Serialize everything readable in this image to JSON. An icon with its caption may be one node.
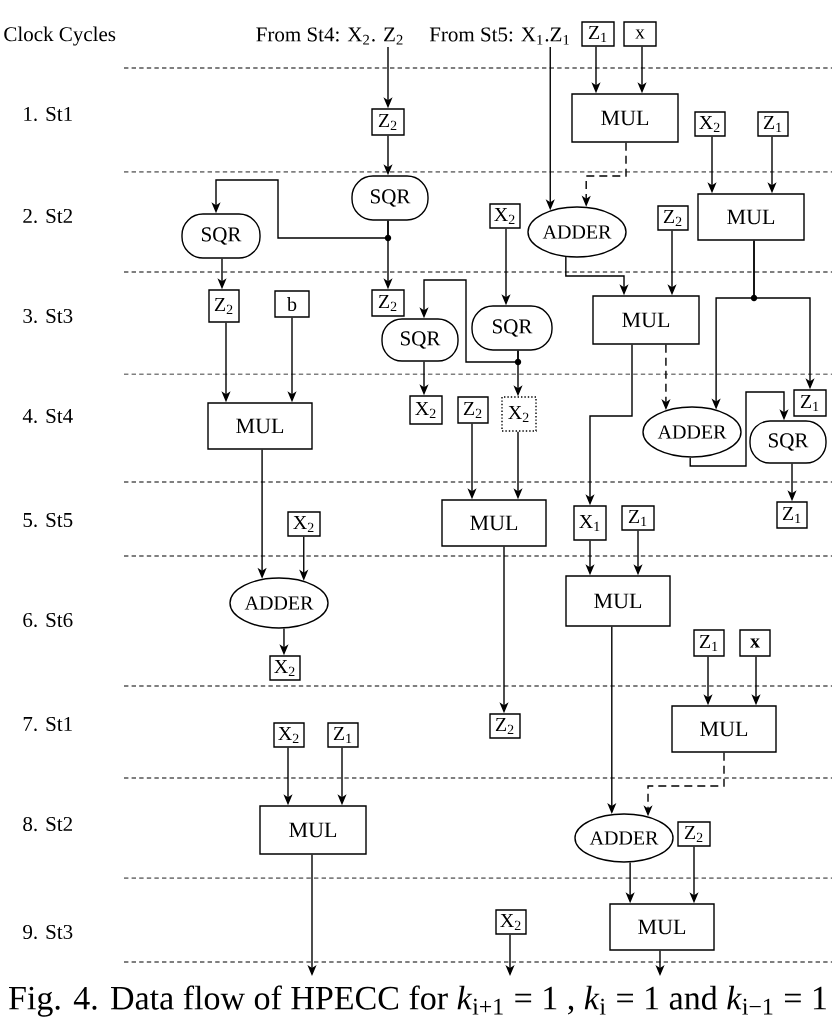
{
  "diagram": {
    "caption": "Fig. 4. Data flow of HPECC for *k*$_{i+1}$ = 1 , *k*$_{i}$ = 1 and *k*$_{i−1}$ = 1",
    "nodes": [
      {
        "text": [
          "From St4: X$_{2}$. Z$_{2}$"
        ]
      },
      {
        "text": [
          "From St5: X$_{1}$.Z$_{1}$"
        ]
      },
      {
        "text": [
          "Z$_{1}$"
        ]
      },
      {
        "text": [
          "x"
        ]
      },
      {
        "text": [
          "Z$_{2}$"
        ]
      },
      {
        "text": [
          "MUL"
        ]
      },
      {
        "text": [
          "X$_{2}$"
        ]
      },
      {
        "text": [
          "Z$_{1}$"
        ]
      },
      {
        "text": [
          "SQR"
        ]
      },
      {
        "text": [
          "SQR"
        ]
      },
      {
        "text": [
          "X$_{2}$"
        ]
      },
      {
        "text": [
          "ADDER"
        ]
      },
      {
        "text": [
          "Z$_{2}$"
        ]
      },
      {
        "text": [
          "MUL"
        ]
      },
      {
        "text": [
          "Z$_{2}$"
        ]
      },
      {
        "text": [
          "b"
        ]
      },
      {
        "text": [
          "Z$_{2}$"
        ]
      },
      {
        "text": [
          "SQR"
        ]
      },
      {
        "text": [
          "SQR"
        ]
      },
      {
        "text": [
          "MUL"
        ]
      },
      {
        "text": [
          "MUL"
        ]
      },
      {
        "text": [
          "X$_{2}$"
        ]
      },
      {
        "text": [
          "Z$_{2}$"
        ]
      },
      {
        "text": [
          "X$_{2}$"
        ]
      },
      {
        "text": [
          "ADDER"
        ]
      },
      {
        "text": [
          "Z$_{1}$"
        ]
      },
      {
        "text": [
          "SQR"
        ]
      },
      {
        "text": [
          "X$_{2}$"
        ]
      },
      {
        "text": [
          "MUL"
        ]
      },
      {
        "text": [
          "X$_{1}$"
        ]
      },
      {
        "text": [
          "Z$_{1}$"
        ]
      },
      {
        "text": [
          "Z$_{1}$"
        ]
      },
      {
        "text": [
          "ADDER"
        ]
      },
      {
        "text": [
          "MUL"
        ]
      },
      {
        "text": [
          "X$_{2}$"
        ]
      },
      {
        "text": [
          "Z$_{1}$"
        ]
      },
      {
        "text": [
          "x"
        ]
      },
      {
        "text": [
          "MUL"
        ]
      },
      {
        "text": [
          "Z$_{2}$"
        ]
      },
      {
        "text": [
          "X$_{2}$"
        ]
      },
      {
        "text": [
          "Z$_{1}$"
        ]
      },
      {
        "text": [
          "MUL"
        ]
      },
      {
        "text": [
          "ADDER"
        ]
      },
      {
        "text": [
          "Z$_{2}$"
        ]
      },
      {
        "text": [
          "MUL"
        ]
      },
      {
        "text": [
          "X$_{2}$"
        ]
      }
    ],
    "edges": [
      {
        "from": 0,
        "to": 4,
        "arrow": "to"
      },
      {
        "from": 1,
        "to": 11,
        "arrow": "to"
      },
      {
        "from": 2,
        "to": 5,
        "arrow": "to"
      },
      {
        "from": 3,
        "to": 5,
        "arrow": "to"
      },
      {
        "from": 4,
        "to": 8,
        "arrow": "to"
      },
      {
        "from": 5,
        "to": 11,
        "arrow": "to",
        "style": "dashed"
      },
      {
        "from": 6,
        "to": 13,
        "arrow": "to"
      },
      {
        "from": 7,
        "to": 13,
        "arrow": "to"
      },
      {
        "from": 8,
        "to": 16,
        "arrow": "to"
      },
      {
        "from": 8,
        "to": 9,
        "arrow": "to"
      },
      {
        "from": 9,
        "to": 14,
        "arrow": "to"
      },
      {
        "from": 10,
        "to": 18,
        "arrow": "to"
      },
      {
        "from": 11,
        "to": 19,
        "arrow": "to"
      },
      {
        "from": 12,
        "to": 19,
        "arrow": "to"
      },
      {
        "from": 13,
        "to": 24,
        "arrow": "to"
      },
      {
        "from": 13,
        "to": 25,
        "arrow": "to"
      },
      {
        "from": 14,
        "to": 20,
        "arrow": "to"
      },
      {
        "from": 15,
        "to": 20,
        "arrow": "to"
      },
      {
        "from": 18,
        "to": 23,
        "arrow": "to"
      },
      {
        "from": 18,
        "to": 17,
        "arrow": "to"
      },
      {
        "from": 17,
        "to": 21,
        "arrow": "to"
      },
      {
        "from": 19,
        "to": 24,
        "arrow": "to",
        "style": "dashed"
      },
      {
        "from": 19,
        "to": 29,
        "arrow": "to"
      },
      {
        "from": 22,
        "to": 28,
        "arrow": "to"
      },
      {
        "from": 23,
        "to": 28,
        "arrow": "to"
      },
      {
        "from": 24,
        "to": 26,
        "arrow": "to"
      },
      {
        "from": 26,
        "to": 31,
        "arrow": "to"
      },
      {
        "from": 20,
        "to": 32,
        "arrow": "to"
      },
      {
        "from": 27,
        "to": 32,
        "arrow": "to"
      },
      {
        "from": 32,
        "to": 34,
        "arrow": "to"
      },
      {
        "from": 29,
        "to": 33,
        "arrow": "to"
      },
      {
        "from": 30,
        "to": 33,
        "arrow": "to"
      },
      {
        "from": 28,
        "to": 38,
        "arrow": "to"
      },
      {
        "from": 33,
        "to": 42,
        "arrow": "to"
      },
      {
        "from": 35,
        "to": 37,
        "arrow": "to"
      },
      {
        "from": 36,
        "to": 37,
        "arrow": "to"
      },
      {
        "from": 37,
        "to": 42,
        "arrow": "to",
        "style": "dashed"
      },
      {
        "from": 39,
        "to": 41,
        "arrow": "to"
      },
      {
        "from": 40,
        "to": 41,
        "arrow": "to"
      },
      {
        "from": 42,
        "to": 44,
        "arrow": "to"
      },
      {
        "from": 43,
        "to": 44,
        "arrow": "to"
      },
      {
        "from": 41,
        "to": null,
        "arrow": "to"
      },
      {
        "from": 44,
        "to": null,
        "arrow": "to"
      },
      {
        "from": 45,
        "to": null,
        "arrow": "to"
      }
    ],
    "labels": [
      "Clock Cycles",
      "1. St1",
      "2. St2",
      "3. St3",
      "4. St4",
      "5. St5",
      "6. St6",
      "7. St1",
      "8. St2",
      "9. St3"
    ]
  }
}
